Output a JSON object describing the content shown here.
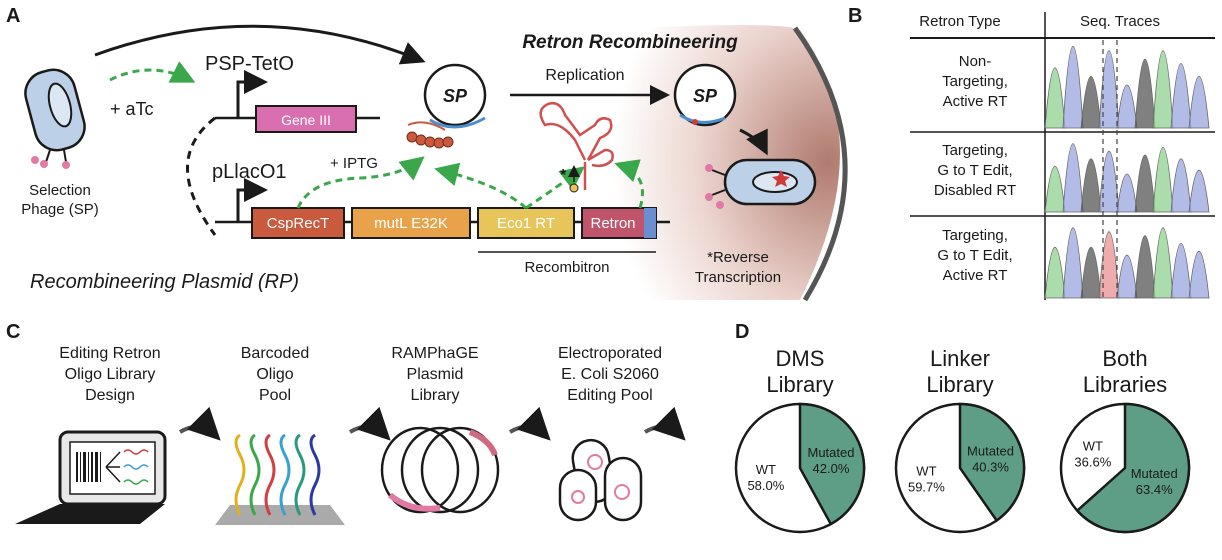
{
  "panel_a": {
    "letter": "A",
    "selection_phage": [
      "Selection",
      "Phage (SP)"
    ],
    "plus_atc": "+ aTc",
    "promoter_top": "PSP-TetO",
    "gene_iii": "Gene III",
    "promoter_bottom": "pLlacO1",
    "plus_iptg": "+ IPTG",
    "genes": [
      "CspRecT",
      "mutL E32K",
      "Eco1 RT",
      "Retron"
    ],
    "recombitron": "Recombitron",
    "plasmid_label": "Recombineering Plasmid (RP)",
    "retron_recombineering": "Retron Recombineering",
    "replication": "Replication",
    "sp": "SP",
    "star_label": "*",
    "reverse_transcription": [
      "*Reverse",
      "Transcription"
    ]
  },
  "panel_b": {
    "letter": "B",
    "col_type": "Retron Type",
    "col_traces": "Seq. Traces",
    "rows": [
      [
        "Non-",
        "Targeting,",
        "Active RT"
      ],
      [
        "Targeting,",
        "G to T Edit,",
        "Disabled RT"
      ],
      [
        "Targeting,",
        "G to T Edit,",
        "Active RT"
      ]
    ]
  },
  "panel_c": {
    "letter": "C",
    "steps": [
      [
        "Editing Retron",
        "Oligo Library",
        "Design"
      ],
      [
        "Barcoded",
        "Oligo",
        "Pool"
      ],
      [
        "RAMPhaGE",
        "Plasmid",
        "Library"
      ],
      [
        "Electroporated",
        "E. Coli S2060",
        "Editing Pool"
      ]
    ]
  },
  "panel_d": {
    "letter": "D",
    "colors": {
      "wt": "#ffffff",
      "mutated": "#5e9e86",
      "outline": "#1a1a1a"
    }
  },
  "chart_data": [
    {
      "type": "pie",
      "title": "DMS Library",
      "title_lines": [
        "DMS",
        "Library"
      ],
      "labels": [
        "WT",
        "Mutated"
      ],
      "values": [
        58.0,
        42.0
      ],
      "value_labels": [
        "58.0%",
        "42.0%"
      ]
    },
    {
      "type": "pie",
      "title": "Linker Library",
      "title_lines": [
        "Linker",
        "Library"
      ],
      "labels": [
        "WT",
        "Mutated"
      ],
      "values": [
        59.7,
        40.3
      ],
      "value_labels": [
        "59.7%",
        "40.3%"
      ]
    },
    {
      "type": "pie",
      "title": "Both Libraries",
      "title_lines": [
        "Both",
        "Libraries"
      ],
      "labels": [
        "WT",
        "Mutated"
      ],
      "values": [
        36.6,
        63.4
      ],
      "value_labels": [
        "36.6%",
        "63.4%"
      ]
    }
  ]
}
